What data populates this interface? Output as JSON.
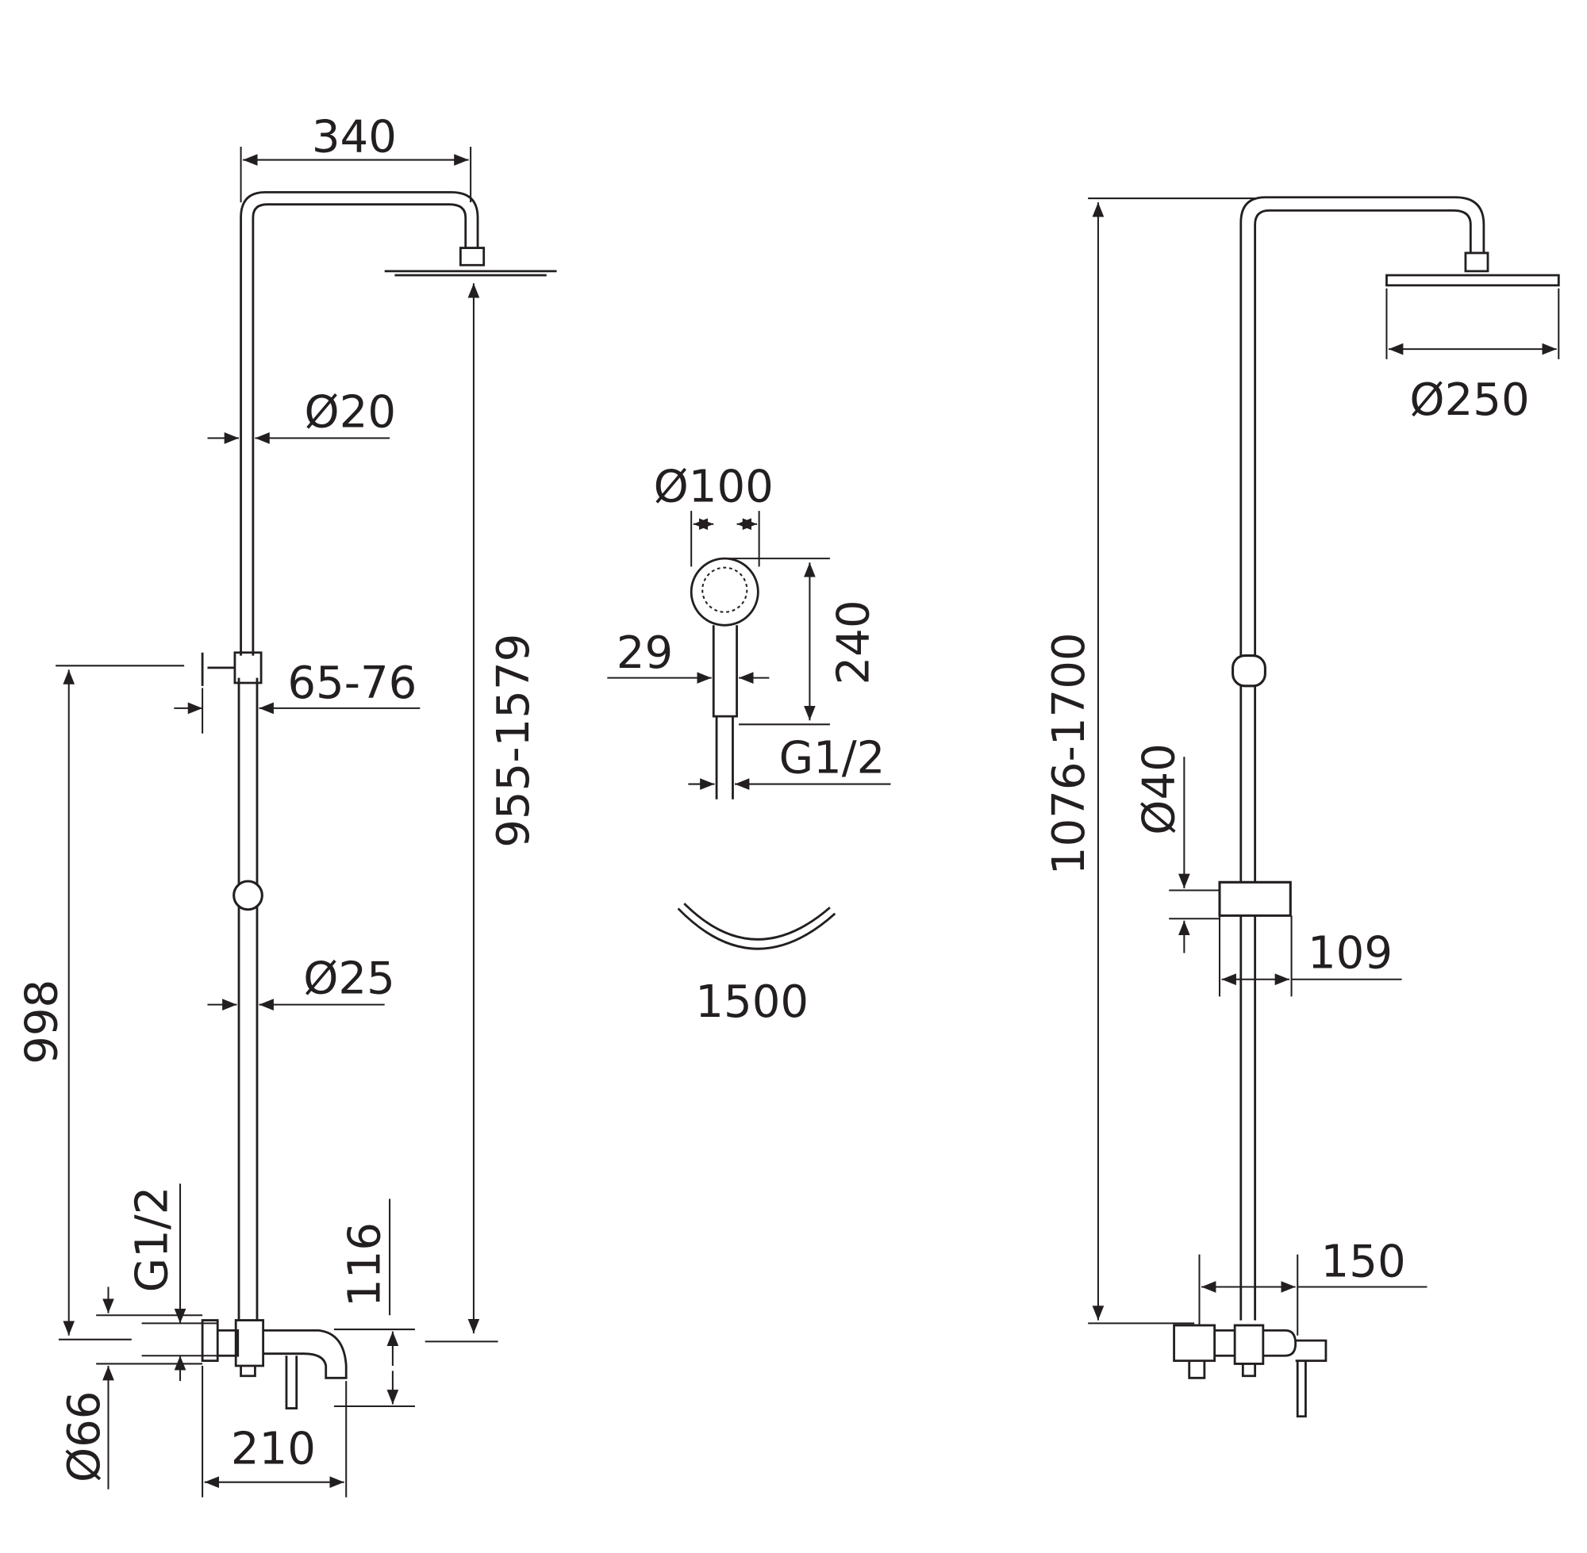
{
  "diagram": {
    "left_unit": {
      "arm_length": "340",
      "upper_pipe_diameter": "Ø20",
      "mixer_distance": "65-76",
      "height_range": "955-1579",
      "bracket_height": "998",
      "lower_pipe_diameter": "Ø25",
      "inlet_thread": "G1/2",
      "spout_height": "116",
      "escutcheon_diameter": "Ø66",
      "spout_length": "210"
    },
    "hand_shower": {
      "head_diameter": "Ø100",
      "handle_width": "29",
      "length": "240",
      "thread": "G1/2",
      "hose_length": "1500"
    },
    "right_unit": {
      "height_range": "1076-1700",
      "head_diameter": "Ø250",
      "slider_diameter": "Ø40",
      "slider_depth": "109",
      "mixer_depth": "150"
    }
  }
}
